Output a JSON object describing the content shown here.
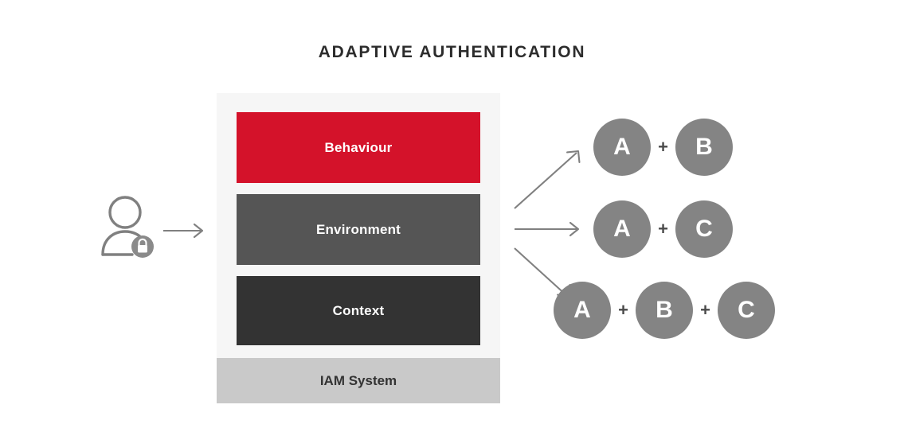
{
  "title": "ADAPTIVE AUTHENTICATION",
  "colors": {
    "behaviour": "#d4122a",
    "environment": "#555555",
    "context": "#333333",
    "iam_band": "#c9c9c9",
    "stack_background": "#f6f6f6",
    "token": "#848484",
    "line": "#808080",
    "title_text": "#2c2c2c"
  },
  "actor": {
    "icon": "user-with-lock-icon",
    "badge_icon": "lock-icon"
  },
  "flow_arrow": {
    "icon": "arrow-right-icon"
  },
  "stack": {
    "layers": [
      {
        "label": "Behaviour",
        "color": "#d4122a"
      },
      {
        "label": "Environment",
        "color": "#555555"
      },
      {
        "label": "Context",
        "color": "#333333"
      }
    ],
    "footer": {
      "label": "IAM System",
      "color": "#c9c9c9"
    }
  },
  "fan_arrows": [
    {
      "icon": "arrow-up-right-icon",
      "direction": "up-right"
    },
    {
      "icon": "arrow-right-icon",
      "direction": "right"
    },
    {
      "icon": "arrow-down-right-icon",
      "direction": "down-right"
    }
  ],
  "outcomes": [
    {
      "tokens": [
        "A",
        "B"
      ],
      "separator": "+"
    },
    {
      "tokens": [
        "A",
        "C"
      ],
      "separator": "+"
    },
    {
      "tokens": [
        "A",
        "B",
        "C"
      ],
      "separator": "+"
    }
  ]
}
